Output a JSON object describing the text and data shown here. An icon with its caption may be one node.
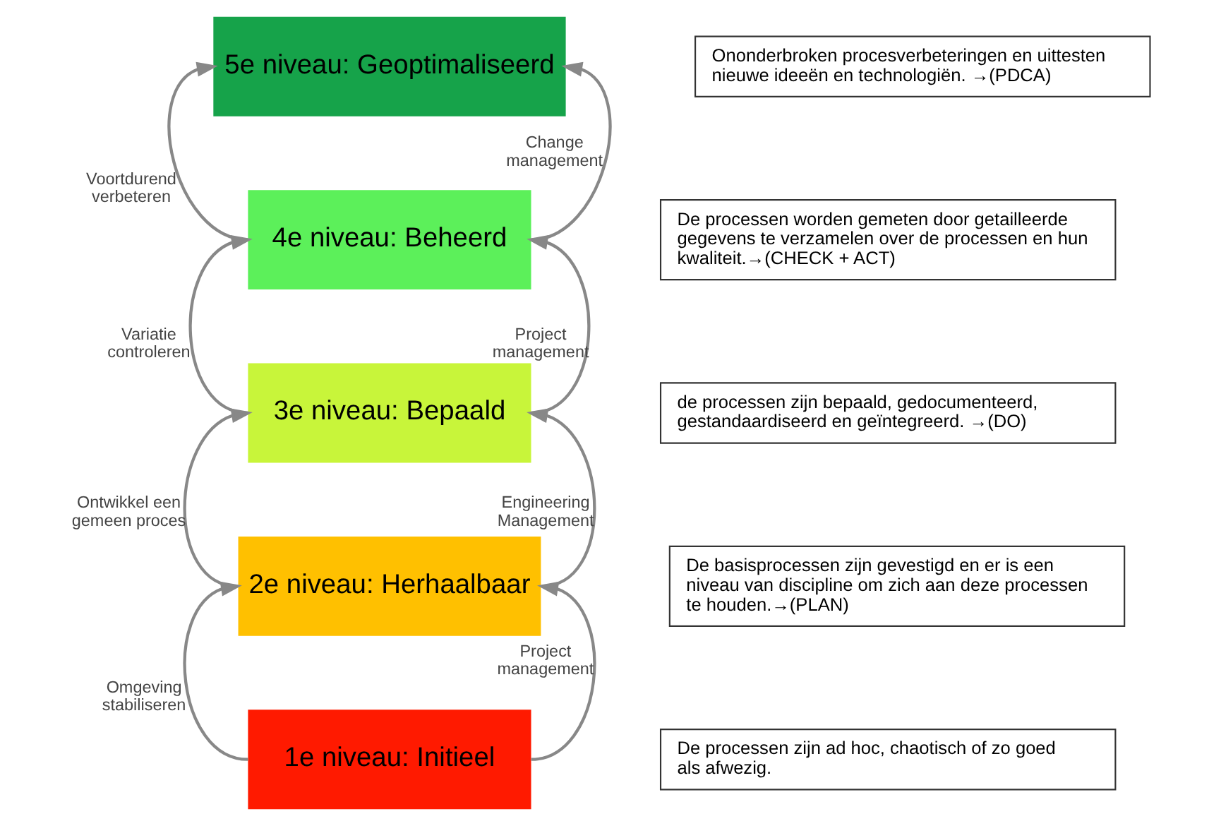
{
  "diagram": {
    "nodes": [
      {
        "text": [
          "5e niveau: Geoptimaliseerd"
        ]
      },
      {
        "text": [
          "Ononderbroken procesverbeteringen en uittesten nieuwe ideeën en technologiën. →(PDCA)"
        ]
      },
      {
        "text": [
          "4e niveau: Beheerd"
        ]
      },
      {
        "text": [
          "De processen worden gemeten door getailleerde gegevens te verzamelen over de processen en hun kwaliteit.→(CHECK + ACT)"
        ]
      },
      {
        "text": [
          "3e niveau: Bepaald"
        ]
      },
      {
        "text": [
          "de processen zijn bepaald, gedocumenteerd, gestandaardiseerd en geïntegreerd. →(DO)"
        ]
      },
      {
        "text": [
          "2e niveau: Herhaalbaar"
        ]
      },
      {
        "text": [
          "De basisprocessen zijn gevestigd en er is een niveau van discipline om zich aan deze processen te houden.→(PLAN)"
        ]
      },
      {
        "text": [
          "1e niveau: Initieel"
        ]
      },
      {
        "text": [
          "De processen zijn ad hoc, chaotisch of zo goed als afwezig."
        ]
      }
    ],
    "edges": [
      {
        "from": 2,
        "to": 0,
        "arrow": "to",
        "label": "Voortdurend verbeteren"
      },
      {
        "from": 2,
        "to": 0,
        "arrow": "to",
        "label": "Change management"
      },
      {
        "from": 4,
        "to": 2,
        "arrow": "to",
        "label": "Variatie controleren"
      },
      {
        "from": 4,
        "to": 2,
        "arrow": "to",
        "label": "Project management"
      },
      {
        "from": 6,
        "to": 4,
        "arrow": "to",
        "label": "Ontwikkel een gemeen proces"
      },
      {
        "from": 6,
        "to": 4,
        "arrow": "to",
        "label": "Engineering Management"
      },
      {
        "from": 8,
        "to": 6,
        "arrow": "to",
        "label": "Omgeving stabiliseren"
      },
      {
        "from": 8,
        "to": 6,
        "arrow": "to",
        "label": "Project management"
      }
    ]
  }
}
